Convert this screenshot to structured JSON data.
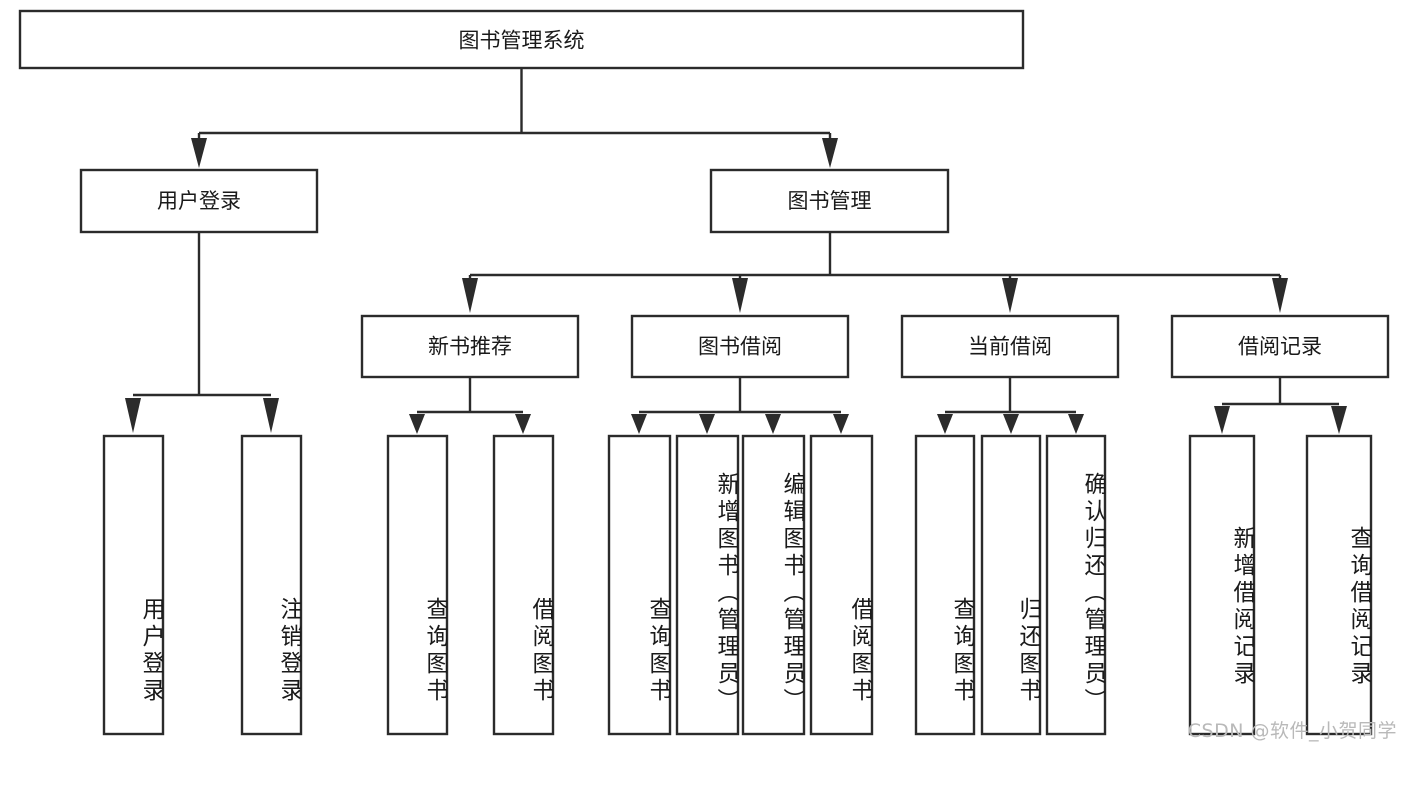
{
  "diagram": {
    "type": "tree-hierarchy",
    "title": "图书管理系统",
    "orientation": "top-down",
    "watermark": "CSDN @软件_小贺同学",
    "colors": {
      "stroke": "#2b2b2b",
      "fill": "#ffffff",
      "text": "#1a1a1a",
      "watermark": "#b9b9b9",
      "background": "#ffffff"
    },
    "root": {
      "id": "root",
      "label": "图书管理系统",
      "level": 0
    },
    "level1": [
      {
        "id": "user-login",
        "label": "用户登录",
        "level": 1
      },
      {
        "id": "book-manage",
        "label": "图书管理",
        "level": 1
      }
    ],
    "level2": [
      {
        "id": "new-book-recommend",
        "label": "新书推荐",
        "level": 2,
        "parent": "book-manage"
      },
      {
        "id": "book-borrow",
        "label": "图书借阅",
        "level": 2,
        "parent": "book-manage"
      },
      {
        "id": "current-borrow",
        "label": "当前借阅",
        "level": 2,
        "parent": "book-manage"
      },
      {
        "id": "borrow-record",
        "label": "借阅记录",
        "level": 2,
        "parent": "book-manage"
      }
    ],
    "leaves": [
      {
        "id": "leaf-user-login",
        "label": "用户登录",
        "parent": "user-login"
      },
      {
        "id": "leaf-user-logout",
        "label": "注销登录",
        "parent": "user-login"
      },
      {
        "id": "leaf-recommend-query-book",
        "label": "查询图书",
        "parent": "new-book-recommend"
      },
      {
        "id": "leaf-recommend-borrow-book",
        "label": "借阅图书",
        "parent": "new-book-recommend"
      },
      {
        "id": "leaf-borrow-query-book",
        "label": "查询图书",
        "parent": "book-borrow"
      },
      {
        "id": "leaf-borrow-add-book",
        "label": "新增图书（管理员）",
        "parent": "book-borrow"
      },
      {
        "id": "leaf-borrow-edit-book",
        "label": "编辑图书（管理员）",
        "parent": "book-borrow"
      },
      {
        "id": "leaf-borrow-borrow-book",
        "label": "借阅图书",
        "parent": "book-borrow"
      },
      {
        "id": "leaf-current-query-book",
        "label": "查询图书",
        "parent": "current-borrow"
      },
      {
        "id": "leaf-current-return-book",
        "label": "归还图书",
        "parent": "current-borrow"
      },
      {
        "id": "leaf-current-confirm-return",
        "label": "确认归还（管理员）",
        "parent": "current-borrow"
      },
      {
        "id": "leaf-record-add",
        "label": "新增借阅记录",
        "parent": "borrow-record"
      },
      {
        "id": "leaf-record-query",
        "label": "查询借阅记录",
        "parent": "borrow-record"
      }
    ]
  }
}
